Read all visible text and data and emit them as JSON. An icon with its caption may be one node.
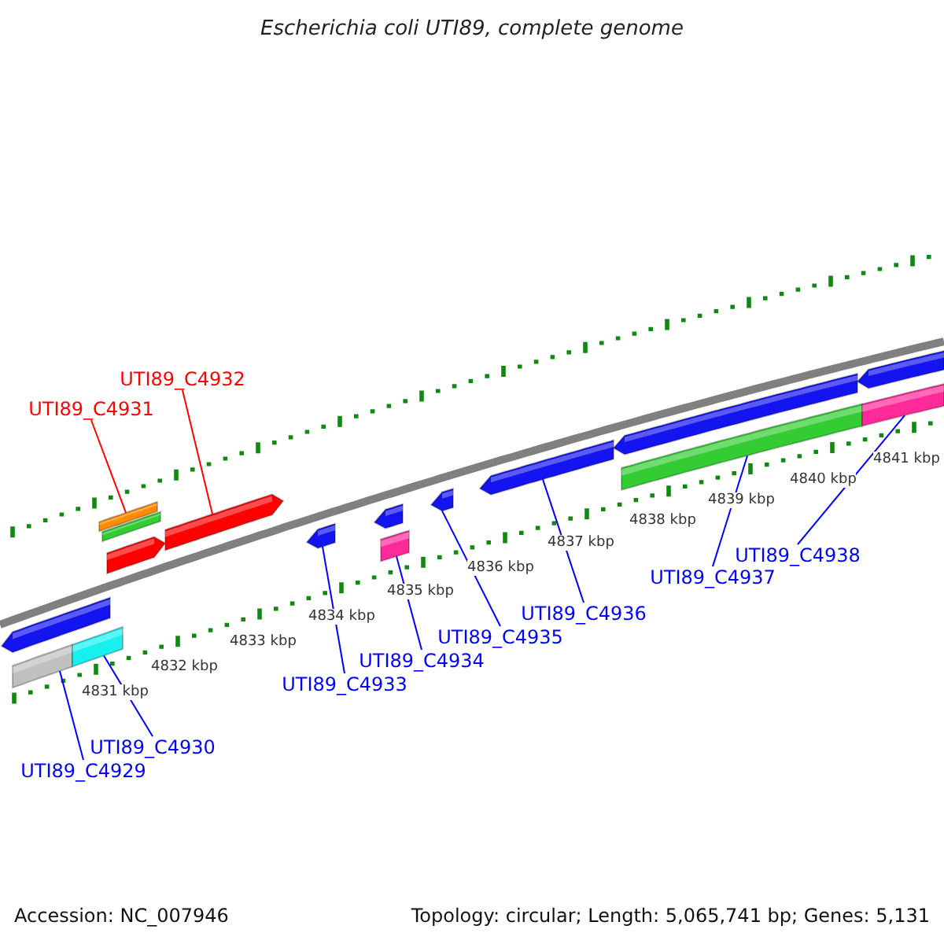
{
  "diagram": {
    "title": "Escherichia coli UTI89, complete genome",
    "nodes": [
      {
        "text": [],
        "shape": "bar"
      },
      {
        "text": [],
        "shape": "bar"
      },
      {
        "text": [],
        "shape": "bar"
      },
      {
        "text": [],
        "shape": "bar"
      },
      {
        "text": [],
        "shape": "bar"
      },
      {
        "text": [],
        "shape": "bar"
      },
      {
        "text": [],
        "shape": "bar"
      },
      {
        "text": [],
        "shape": "bar"
      },
      {
        "text": [],
        "shape": "bar"
      },
      {
        "text": [],
        "shape": "bar"
      },
      {
        "text": [],
        "shape": "bar"
      },
      {
        "text": [],
        "shape": "bar"
      },
      {
        "text": [],
        "shape": "bar"
      },
      {
        "text": [],
        "shape": "bar"
      },
      {
        "text": [],
        "shape": "bar"
      },
      {
        "text": [],
        "shape": "bar"
      },
      {
        "text": [
          "UTI89_C4929"
        ]
      },
      {
        "text": [
          "UTI89_C4930"
        ]
      },
      {
        "text": [
          "UTI89_C4931"
        ]
      },
      {
        "text": [
          "UTI89_C4932"
        ]
      },
      {
        "text": [
          "UTI89_C4933"
        ]
      },
      {
        "text": [
          "UTI89_C4934"
        ]
      },
      {
        "text": [
          "UTI89_C4935"
        ]
      },
      {
        "text": [
          "UTI89_C4936"
        ]
      },
      {
        "text": [
          "UTI89_C4937"
        ]
      },
      {
        "text": [
          "UTI89_C4938"
        ]
      }
    ],
    "edges": [
      {
        "from": 16,
        "to": 1,
        "arrow": "none"
      },
      {
        "from": 17,
        "to": 2,
        "arrow": "none"
      },
      {
        "from": 18,
        "to": 3,
        "arrow": "none",
        "color": "#ff0000"
      },
      {
        "from": 19,
        "to": 6,
        "arrow": "none",
        "color": "#ff0000"
      },
      {
        "from": 20,
        "to": 7,
        "arrow": "none"
      },
      {
        "from": 21,
        "to": 9,
        "arrow": "none"
      },
      {
        "from": 22,
        "to": 10,
        "arrow": "none"
      },
      {
        "from": 23,
        "to": 11,
        "arrow": "none"
      },
      {
        "from": 24,
        "to": 13,
        "arrow": "none"
      },
      {
        "from": 25,
        "to": 15,
        "arrow": "none"
      }
    ],
    "labels": [
      "4831 kbp",
      "4832 kbp",
      "4833 kbp",
      "4834 kbp",
      "4835 kbp",
      "4836 kbp",
      "4837 kbp",
      "4838 kbp",
      "4839 kbp",
      "4840 kbp",
      "4841 kbp",
      "Accession: NC_007946",
      "Topology: circular; Length: 5,065,741 bp; Genes: 5,131"
    ]
  }
}
